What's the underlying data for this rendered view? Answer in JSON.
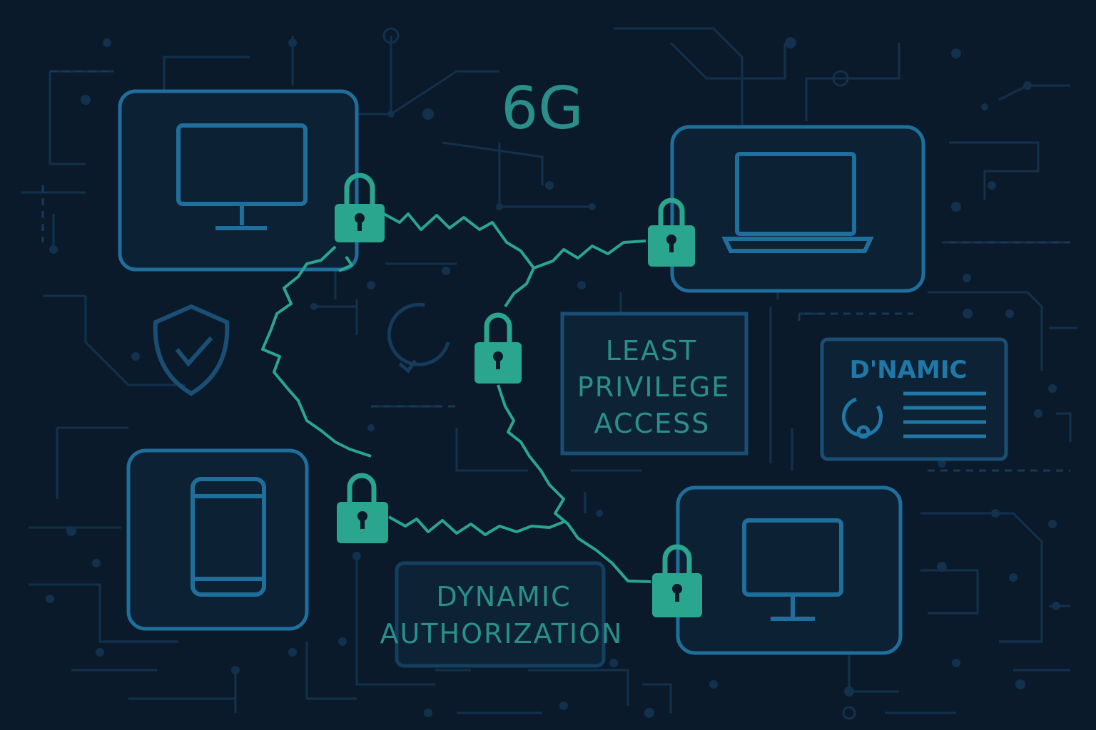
{
  "title": "6G",
  "labels": {
    "least_privilege": [
      "LEAST",
      "PRIVILEGE",
      "ACCESS"
    ],
    "dynamic_card": "D'NAMIC",
    "dynamic_authorization": [
      "DYNAMIC",
      "AUTHORIZATION"
    ]
  },
  "devices": [
    {
      "name": "monitor-top-left",
      "icon": "desktop-monitor-icon"
    },
    {
      "name": "laptop-top-right",
      "icon": "laptop-icon"
    },
    {
      "name": "phone-bottom-left",
      "icon": "smartphone-icon"
    },
    {
      "name": "monitor-bottom-right",
      "icon": "desktop-monitor-icon"
    }
  ],
  "icons": [
    "shield-check-icon",
    "padlock-icon",
    "refresh-cycle-icon",
    "profile-card-icon"
  ],
  "colors": {
    "background": "#0b1a2b",
    "circuit": "#12314d",
    "device_stroke": "#1f6f9c",
    "accent_teal": "#2aa58e",
    "text_teal": "#2a8f8a",
    "text_blue": "#1f78a6"
  }
}
